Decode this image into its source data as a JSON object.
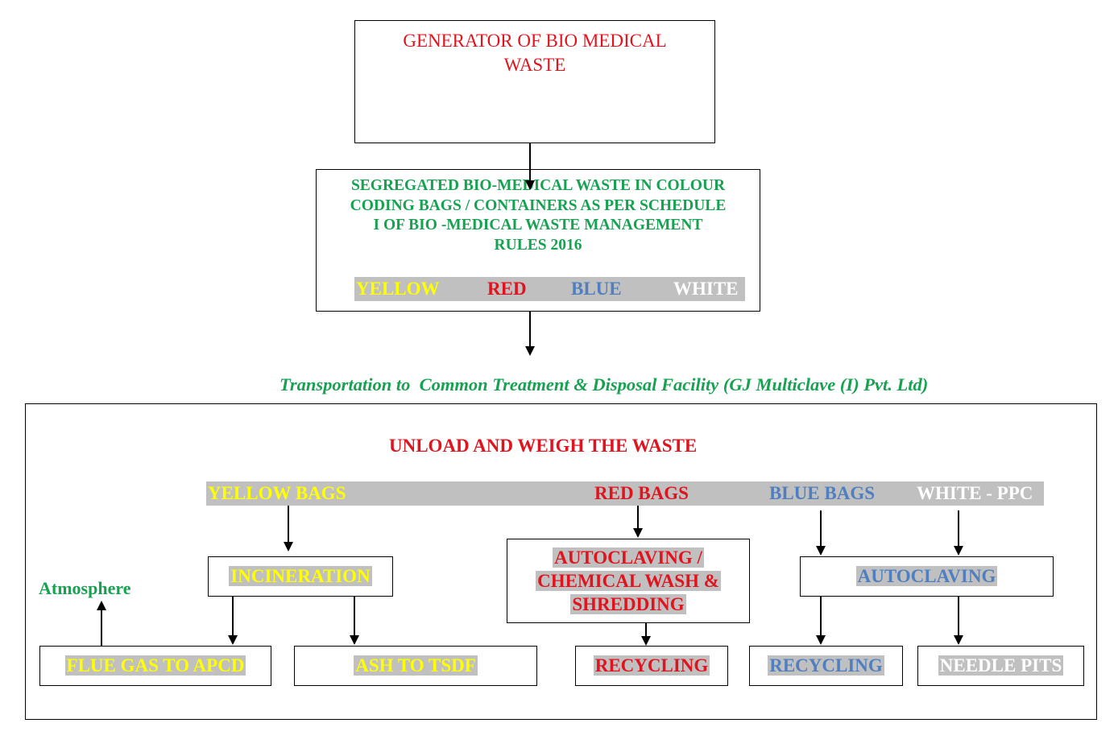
{
  "colors": {
    "red": "#e0141e",
    "green": "#16a251",
    "yellow": "#ffff00",
    "blue": "#4f7fbf",
    "white": "#ffffff",
    "highlight": "#c0c0c0"
  },
  "generator": {
    "line1": "GENERATOR OF BIO MEDICAL",
    "line2": "WASTE"
  },
  "segregation": {
    "line1": "SEGREGATED BIO-MEDICAL WASTE IN COLOUR",
    "line2": "CODING BAGS / CONTAINERS AS PER SCHEDULE",
    "line3": "I OF BIO -MEDICAL WASTE MANAGEMENT",
    "line4": "RULES 2016",
    "colours": {
      "yellow": "YELLOW",
      "red": "RED",
      "blue": "BLUE",
      "white": "WHITE"
    }
  },
  "transport": "Transportation to  Common Treatment & Disposal Facility (GJ Multiclave (I) Pvt. Ltd)",
  "facility": {
    "title": "UNLOAD AND WEIGH THE WASTE",
    "bags": {
      "yellow": "YELLOW BAGS",
      "red": "RED BAGS",
      "blue": "BLUE BAGS",
      "white": "WHITE - PPC"
    },
    "incineration": "INCINERATION",
    "atmosphere": "Atmosphere",
    "flue_gas": "FLUE GAS TO APCD",
    "ash": "ASH TO TSDF",
    "autoclave_red": {
      "line1": "AUTOCLAVING /",
      "line2": "CHEMICAL WASH &",
      "line3": "SHREDDING"
    },
    "recycling_red": "RECYCLING",
    "autoclaving": "AUTOCLAVING",
    "recycling_blue": "RECYCLING",
    "needle_pits": "NEEDLE PITS"
  }
}
